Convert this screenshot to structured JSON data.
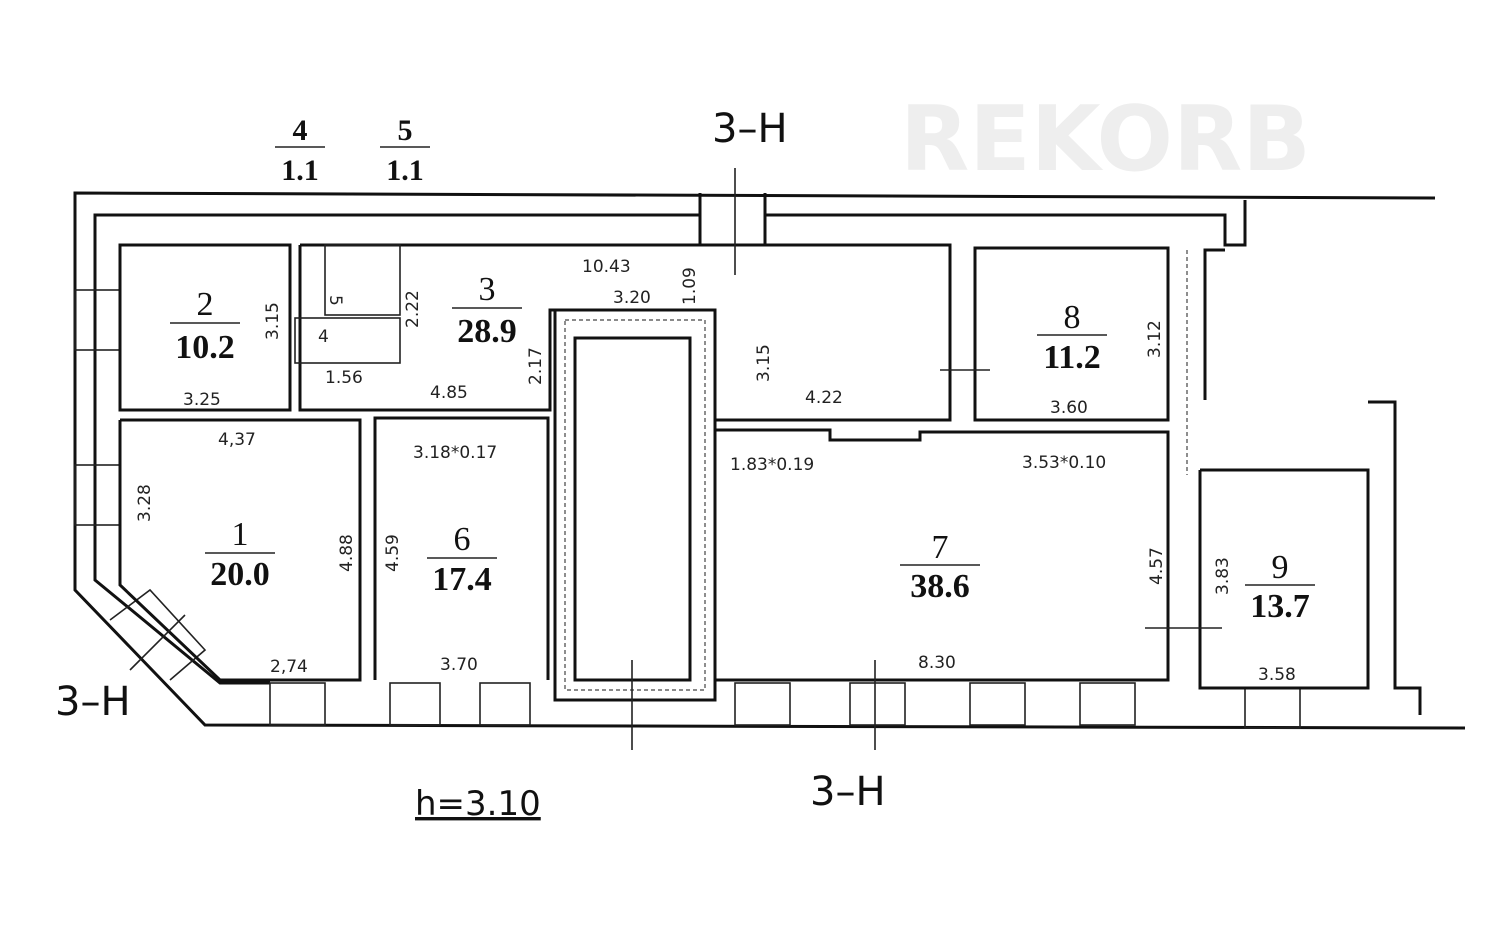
{
  "watermark": "REKORB",
  "ceiling_height": "h=3.10",
  "section_marks": {
    "top": "3–H",
    "left": "3–H",
    "bottom": "3–H"
  },
  "rooms": [
    {
      "no": "1",
      "area": "20.0"
    },
    {
      "no": "2",
      "area": "10.2"
    },
    {
      "no": "3",
      "area": "28.9"
    },
    {
      "no": "4",
      "area": "1.1"
    },
    {
      "no": "5",
      "area": "1.1"
    },
    {
      "no": "6",
      "area": "17.4"
    },
    {
      "no": "7",
      "area": "38.6"
    },
    {
      "no": "8",
      "area": "11.2"
    },
    {
      "no": "9",
      "area": "13.7"
    }
  ],
  "bath_labels": {
    "wc4": "4",
    "wc5": "5"
  },
  "dimensions": {
    "r2_h": "3.15",
    "r2_w": "3.25",
    "wc_h": "2.22",
    "wc_w": "1.56",
    "r3_len": "10.43",
    "r3_w1": "3.20",
    "r3_h1": "1.09",
    "r3_h2": "2.17",
    "r3_w2": "4.85",
    "r3_h3": "3.15",
    "r3_w3": "4.22",
    "r8_h": "3.12",
    "r8_w": "3.60",
    "r1_w": "4,37",
    "r1_h": "3.28",
    "r1_h2": "4.88",
    "r1_w2": "2,74",
    "r6_niche": "3.18*0.17",
    "r6_h": "4.59",
    "r6_w": "3.70",
    "r7_niche1": "1.83*0.19",
    "r7_niche2": "3.53*0.10",
    "r7_h": "4.57",
    "r7_w": "8.30",
    "r9_h": "3.83",
    "r9_w": "3.58"
  }
}
